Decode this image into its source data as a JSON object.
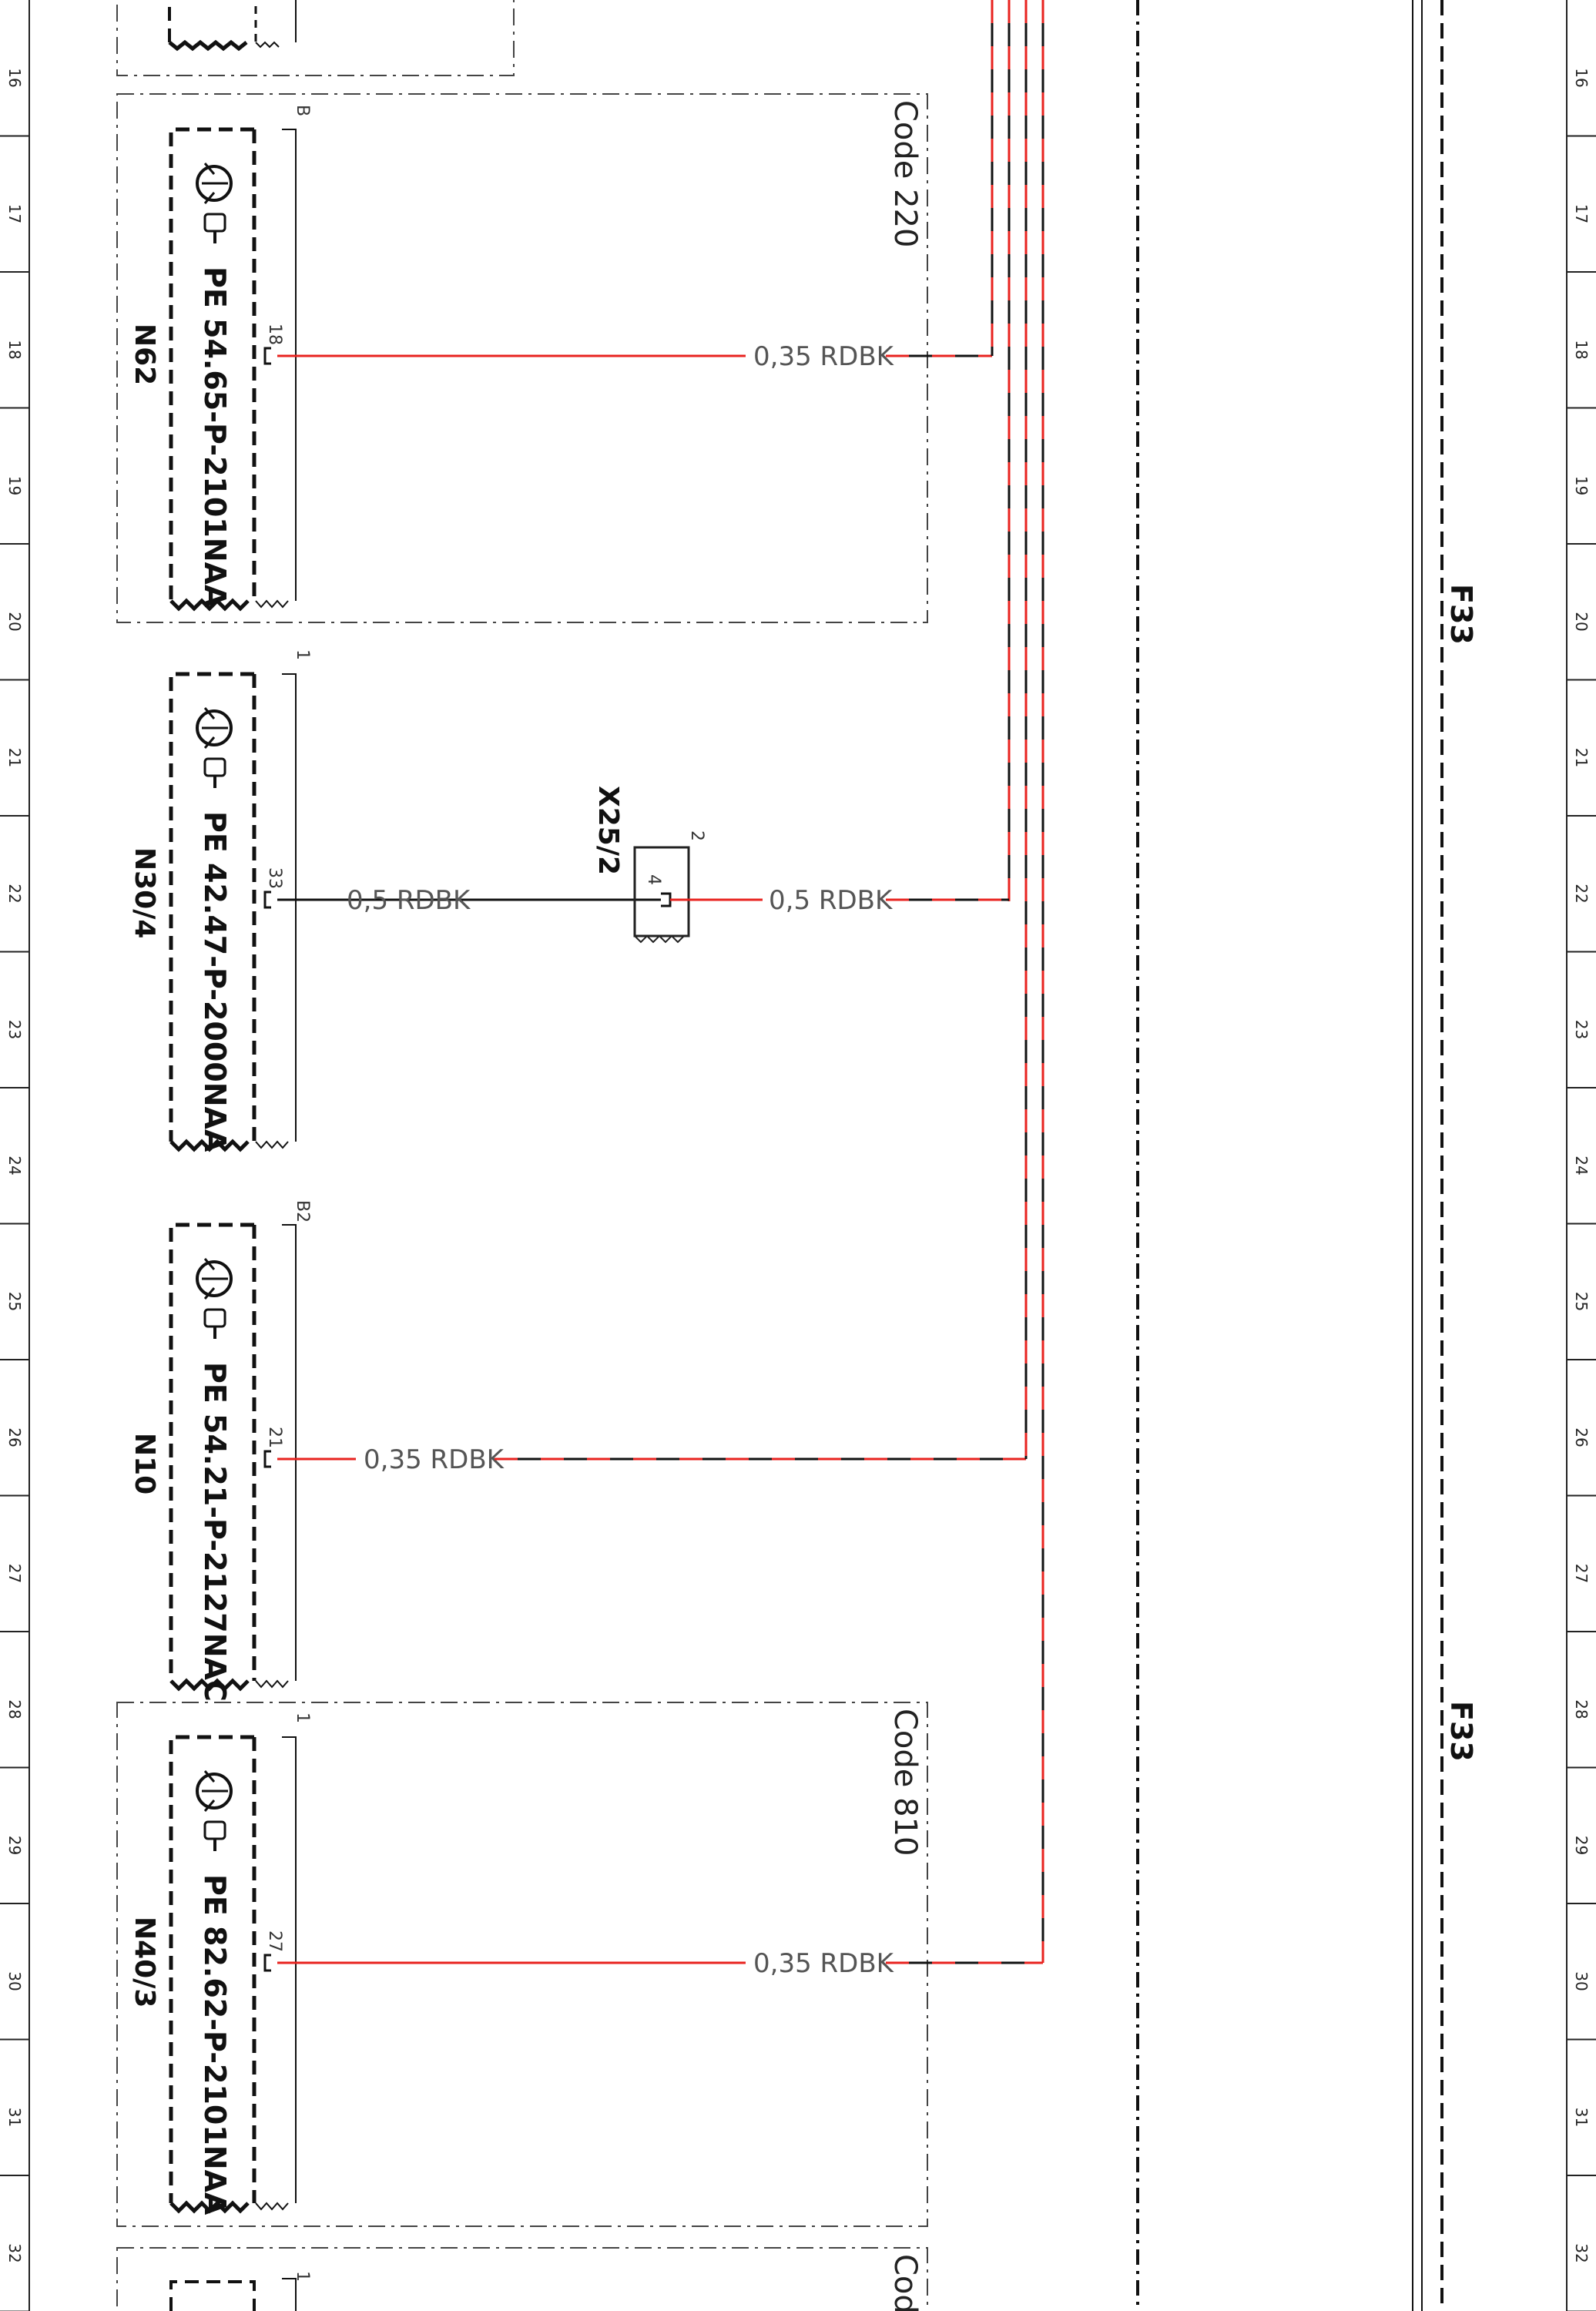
{
  "grid_numbers": [
    "16",
    "17",
    "18",
    "19",
    "20",
    "21",
    "22",
    "23",
    "24",
    "25",
    "26",
    "27",
    "28",
    "29",
    "30",
    "31",
    "32"
  ],
  "blocks": [
    {
      "id": "N62",
      "component": "N62",
      "pe_ref": "PE 54.65-P-2101NAA",
      "connector": "B",
      "pin": "18",
      "wire_label": "0,35 RDBK",
      "code": "Code 220"
    },
    {
      "id": "N30-4",
      "component": "N30/4",
      "pe_ref": "PE 42.47-P-2000NAA",
      "connector": "1",
      "pin": "33",
      "wire_label": "0,5 RDBK",
      "code": ""
    },
    {
      "id": "N10",
      "component": "N10",
      "pe_ref": "PE 54.21-P-2127NAC",
      "connector": "B2",
      "pin": "21",
      "wire_label": "0,35 RDBK",
      "code": ""
    },
    {
      "id": "N40-3",
      "component": "N40/3",
      "pe_ref": "PE 82.62-P-2101NAA",
      "connector": "1",
      "pin": "27",
      "wire_label": "0,35 RDBK",
      "code": "Code 810"
    }
  ],
  "splice": {
    "name": "X25/2",
    "pin_in": "4",
    "pin_side": "2",
    "wire_label": "0,5 RDBK"
  },
  "bottom_block": {
    "connector": "1",
    "code_partial": "Cod"
  },
  "fuses": [
    "F33",
    "F33"
  ],
  "colors": {
    "wire_red": "#e8231f",
    "wire_black": "#111111",
    "border": "#222222",
    "dash": "#444444"
  }
}
